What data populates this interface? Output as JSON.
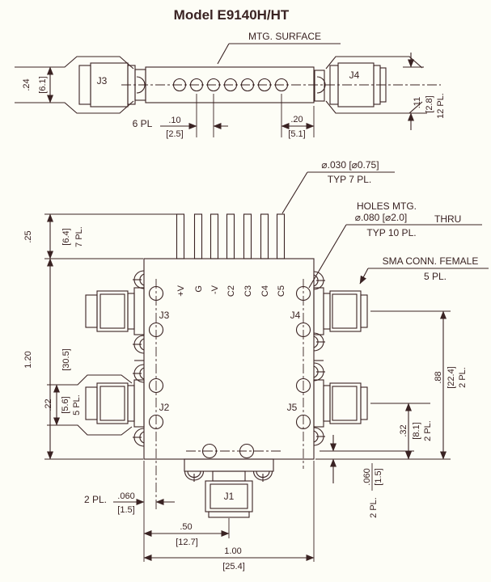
{
  "title": "Model E9140H/HT",
  "colors": {
    "ink": "#3a2323",
    "paper": "#fdfdf6"
  },
  "top_view": {
    "mtg_surface": "MTG. SURFACE",
    "j3": "J3",
    "j4": "J4",
    "dim_height_in": ".24",
    "dim_height_mm": "[6.1]",
    "pl6": "6 PL",
    "dim_pitch_in": ".10",
    "dim_pitch_mm": "[2.5]",
    "dim_end_in": ".20",
    "dim_end_mm": "[5.1]",
    "dim_offset_in": ".11",
    "dim_offset_mm": "[2.8]",
    "dim_offset_pl": "12 PL."
  },
  "callouts": {
    "pin_dia_line1": "⌀.030 [⌀0.75]",
    "pin_dia_line2": "TYP 7 PL.",
    "holes_line1": "HOLES MTG.",
    "holes_line2": "⌀.080 [⌀2.0]",
    "holes_thru": "THRU",
    "holes_line3": "TYP 10 PL.",
    "sma_line1": "SMA CONN. FEMALE",
    "sma_line2": "5 PL."
  },
  "main_view": {
    "pins": [
      "+V",
      "G",
      "-V",
      "C2",
      "C3",
      "C4",
      "C5"
    ],
    "j1": "J1",
    "j2": "J2",
    "j3": "J3",
    "j4": "J4",
    "j5": "J5",
    "dim_pin_len_in": ".25",
    "dim_pin_len_mm": "[6.4]",
    "dim_pin_len_pl": "7 PL.",
    "dim_body_h_in": "1.20",
    "dim_body_h_mm": "[30.5]",
    "dim_conn_in": ".22",
    "dim_conn_mm": "[5.6]",
    "dim_conn_pl": "5 PL.",
    "dim_r1_in": ".88",
    "dim_r1_mm": "[22.4]",
    "dim_r1_pl": "2 PL.",
    "dim_r2_in": ".32",
    "dim_r2_mm": "[8.1]",
    "dim_r2_pl": "2 PL.",
    "dim_r3_in": ".060",
    "dim_r3_mm": "[1.5]",
    "dim_r3_pl": "2 PL.",
    "dim_l3_pl": "2 PL.",
    "dim_l3_in": ".060",
    "dim_l3_mm": "[1.5]",
    "dim_half_in": ".50",
    "dim_half_mm": "[12.7]",
    "dim_full_in": "1.00",
    "dim_full_mm": "[25.4]"
  }
}
